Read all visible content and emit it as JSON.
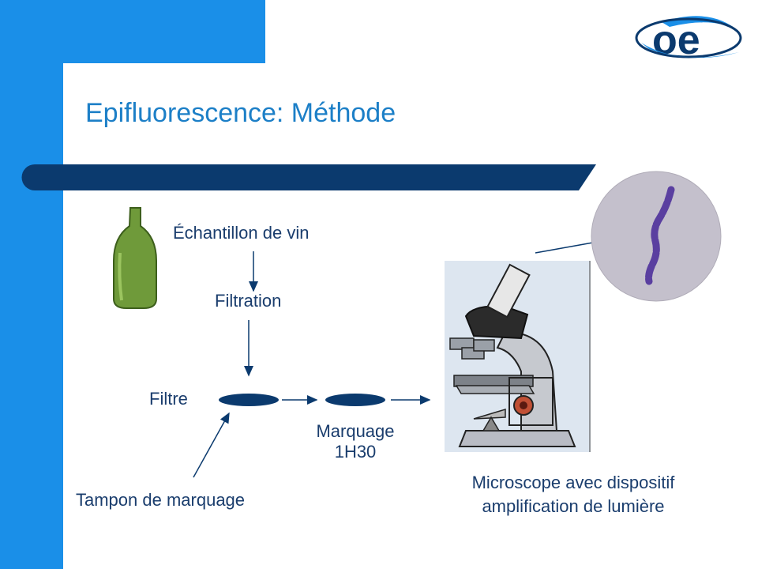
{
  "slide": {
    "title": "Epifluorescence: Méthode",
    "logo_text": "oe"
  },
  "diagram": {
    "sample_label": "Échantillon de vin",
    "filtration_label": "Filtration",
    "filter_label": "Filtre",
    "staining_label_line1": "Marquage",
    "staining_label_line2": "1H30",
    "buffer_label": "Tampon de marquage",
    "microscope_label_line1": "Microscope avec dispositif",
    "microscope_label_line2": "amplification de lumière"
  },
  "colors": {
    "accent_blue": "#1a8fe8",
    "title_blue": "#1c7fc7",
    "navy": "#0b3a6e",
    "text": "#1a3d6d",
    "bottle_green": "#6f9a3a",
    "bacteria_purple": "#5a3fa0"
  },
  "icons": {
    "bottle": "wine-bottle-icon",
    "microscope": "microscope-icon",
    "micrograph": "bacteria-micrograph-icon"
  }
}
